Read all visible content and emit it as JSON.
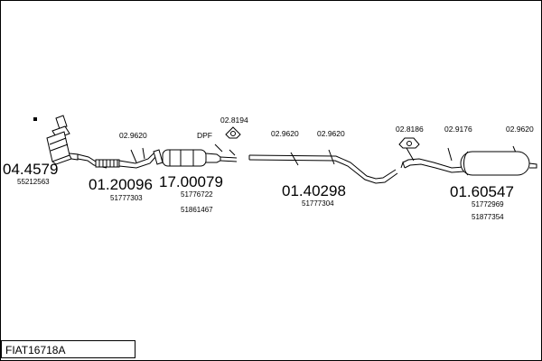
{
  "diagram_id": "FIAT16718A",
  "dpf_label": "DPF",
  "parts": {
    "catalyst": {
      "number": "04.4579",
      "ref": "55212563"
    },
    "front_pipe": {
      "number": "01.20096",
      "ref": "51777303"
    },
    "dpf": {
      "number": "17.00079",
      "refs": [
        "51776722",
        "51861467"
      ]
    },
    "middle_pipe": {
      "number": "01.40298",
      "ref": "51777304"
    },
    "rear_silencer": {
      "number": "01.60547",
      "refs": [
        "51772969",
        "51877354"
      ]
    }
  },
  "fittings": [
    "02.9620",
    "02.8194",
    "02.9620",
    "02.9620",
    "02.8186",
    "02.9176",
    "02.9620"
  ]
}
